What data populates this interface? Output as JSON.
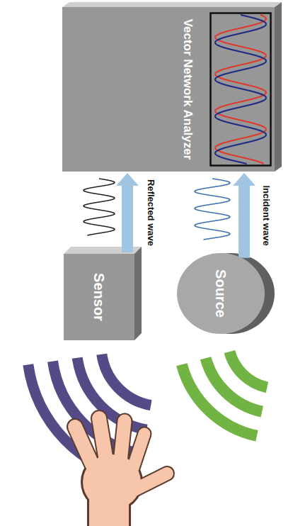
{
  "diagram": {
    "nodes": [
      {
        "text": [
          "Vector Network Analyzer"
        ]
      },
      {
        "text": [
          "Sensor"
        ]
      },
      {
        "text": [
          "Source"
        ]
      }
    ],
    "edges": [
      {
        "from": 1,
        "to": 0,
        "arrow": "to",
        "label": "Reflected wave"
      },
      {
        "from": 2,
        "to": 0,
        "arrow": "to",
        "label": "Incident wave"
      }
    ]
  }
}
